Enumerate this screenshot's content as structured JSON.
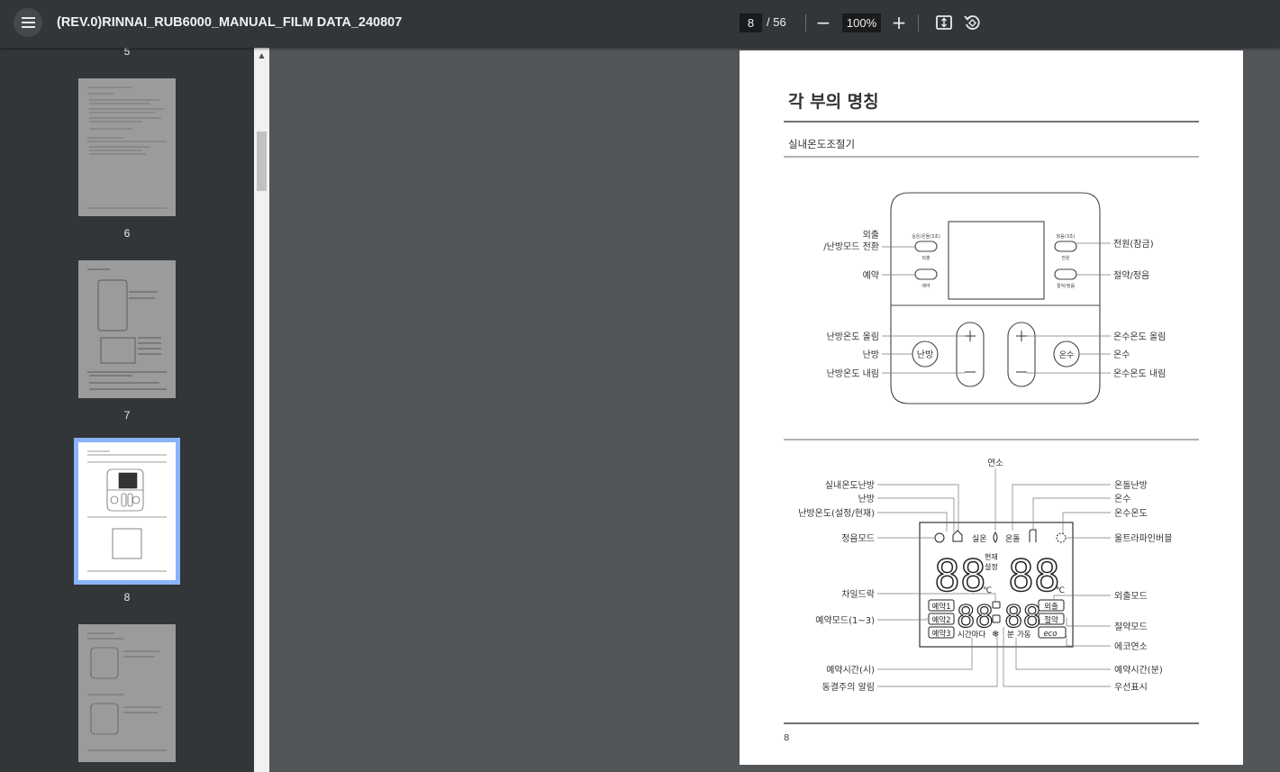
{
  "toolbar": {
    "menu_icon": "hamburger-menu-icon",
    "title": "(REV.0)RINNAI_RUB6000_MANUAL_FILM DATA_240807",
    "current_page": "8",
    "total_pages": "/ 56",
    "zoom_out_symbol": "−",
    "zoom": "100%",
    "zoom_in_symbol": "+",
    "fit_icon": "fit-to-page-icon",
    "rotate_icon": "rotate-icon"
  },
  "sidebar": {
    "page_numbers": [
      "5",
      "6",
      "7",
      "8"
    ],
    "selected_page": "8"
  },
  "page": {
    "heading": "각 부의 명칭",
    "subheading": "실내온도조절기",
    "page_number": "8",
    "controller": {
      "left_top_button_label": "실온/온돌(3초)",
      "left_top_button_sub": "외출",
      "left_bottom_button_sub": "예약",
      "right_top_button_label": "정음(3초)",
      "right_top_button_sub": "전원",
      "right_bottom_button_sub": "절약/정음",
      "heat_button": "난방",
      "water_button": "온수",
      "callouts_left": [
        "외출",
        "/난방모드 전환",
        "예약",
        "난방온도 올림",
        "난방",
        "난방온도 내림"
      ],
      "callouts_right": [
        "전원(잠금)",
        "절약/정음",
        "온수온도 올림",
        "온수",
        "온수온도 내림"
      ]
    },
    "display": {
      "top_label": "연소",
      "left_labels": [
        "실내온도난방",
        "난방",
        "난방온도(설정/현재)",
        "정음모드",
        "차일드락",
        "예약모드(1~3)",
        "예약시간(시)",
        "동결주의 알림"
      ],
      "right_labels": [
        "온돌난방",
        "온수",
        "온수온도",
        "울트라파인버블",
        "외출모드",
        "절약모드",
        "에코연소",
        "예약시간(분)",
        "우선표시"
      ],
      "lcd_text": {
        "room": "실온",
        "ondol": "온돌",
        "current": "현재",
        "setting": "설정",
        "celsius": "℃",
        "reserve1": "예약1",
        "reserve2": "예약2",
        "reserve3": "예약3",
        "every_hour": "시간마다",
        "minute": "분",
        "running": "가동",
        "out": "외출",
        "save": "절약",
        "eco": "eco"
      }
    }
  }
}
